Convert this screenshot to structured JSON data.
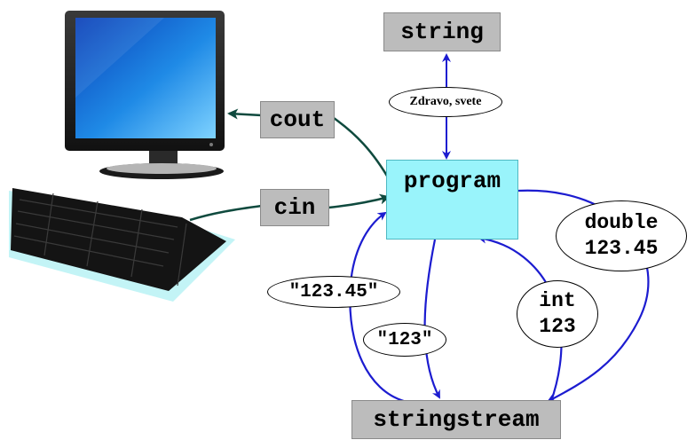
{
  "labels": {
    "string": "string",
    "program": "program",
    "cout": "cout",
    "cin": "cin",
    "stringstream": "stringstream"
  },
  "ovals": {
    "greeting": "Zdravo, svete",
    "double_type": "double",
    "double_value": "123.45",
    "int_type": "int",
    "int_value": "123",
    "str_double": "\"123.45\"",
    "str_int": "\"123\""
  },
  "colors": {
    "gray_box": "#bcbcbc",
    "program_box": "#99f4fb",
    "blue_arrow": "#1c1cd0",
    "dark_green_arrow": "#0f4a3e"
  },
  "images": {
    "monitor": "monitor-icon",
    "keyboard": "keyboard-icon"
  }
}
